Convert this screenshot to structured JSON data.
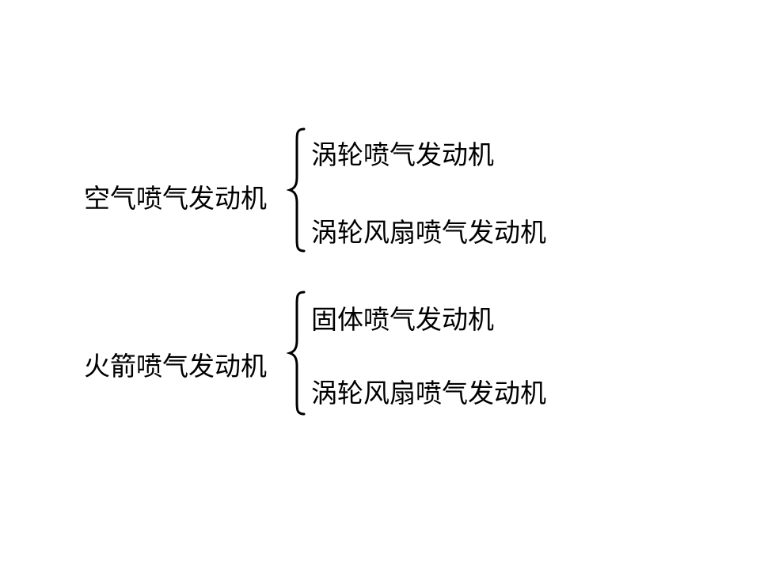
{
  "groups": [
    {
      "parent": "空气喷气发动机",
      "children": [
        "涡轮喷气发动机",
        "涡轮风扇喷气发动机"
      ]
    },
    {
      "parent": "火箭喷气发动机",
      "children": [
        "固体喷气发动机",
        "涡轮风扇喷气发动机"
      ]
    }
  ]
}
